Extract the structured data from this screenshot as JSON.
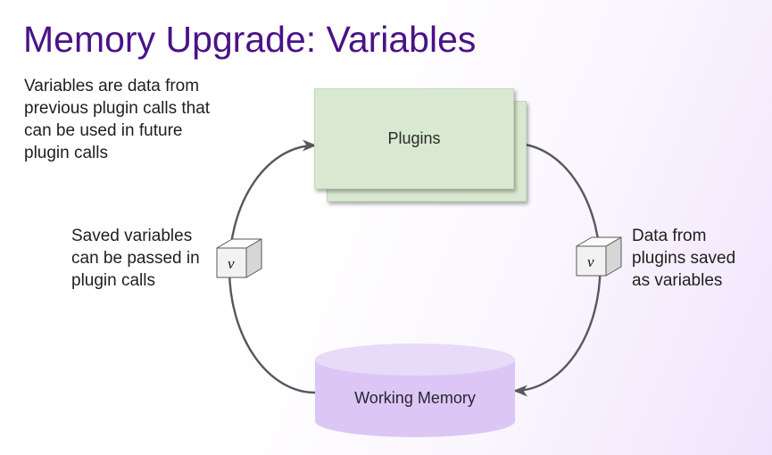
{
  "slide": {
    "title": "Memory Upgrade: Variables",
    "description": "Variables are data from\nprevious plugin calls that\ncan be used in future\nplugin calls"
  },
  "diagram": {
    "plugins_box": {
      "label": "Plugins"
    },
    "working_memory": {
      "label": "Working Memory"
    },
    "left_annotation": "Saved variables\ncan be passed in\nplugin calls",
    "right_annotation": "Data from\nplugins saved\nas variables",
    "variable_cube_label": "v",
    "flow": {
      "left_arrow": "Working Memory to Plugins",
      "right_arrow": "Plugins to Working Memory"
    }
  },
  "colors": {
    "title_text": "#4a1287",
    "body_text": "#1f1f1f",
    "background_tint": "#f0e4fc",
    "plugins_fill": "#d9e8d0",
    "memory_body_fill": "#dcc6f5",
    "memory_top_fill": "#e8daf9",
    "arrow_stroke": "#58585a",
    "cube_front": "#f2f2f2",
    "cube_top": "#fbfbfb",
    "cube_side": "#d6d6d6"
  }
}
